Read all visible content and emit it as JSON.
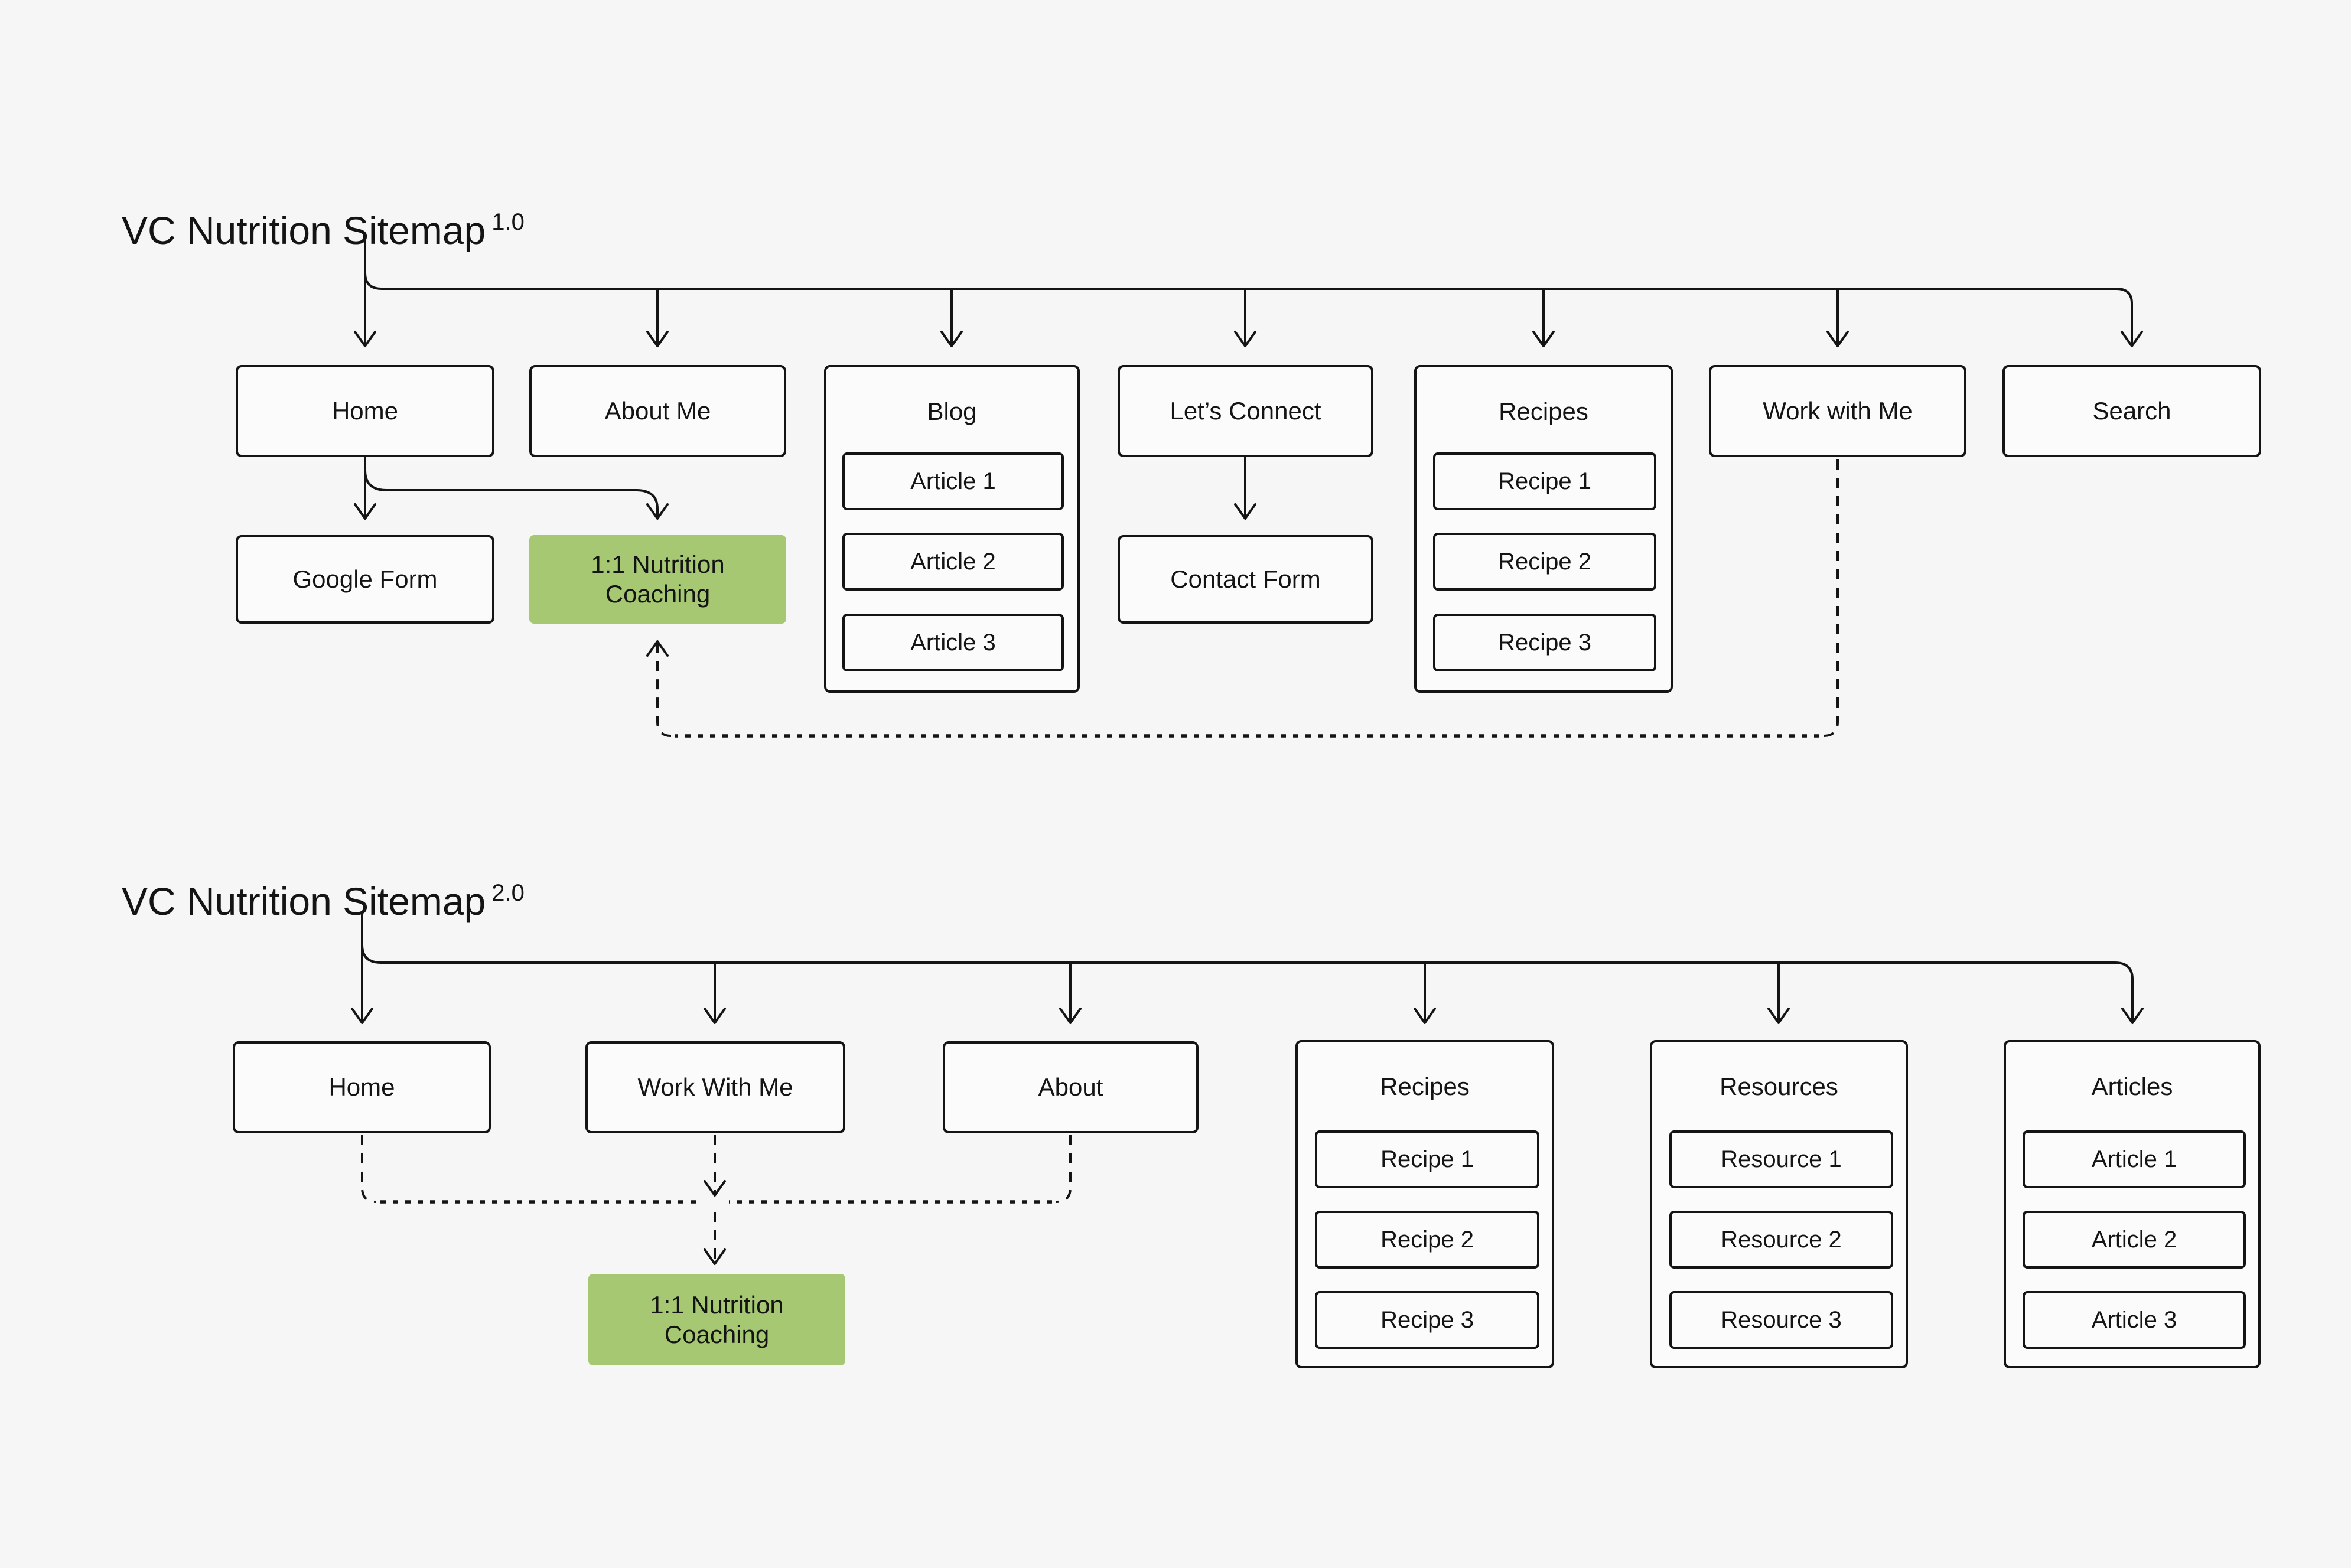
{
  "page": {
    "background_color": "#f6f6f7",
    "box_fill_color": "#fbfbfb",
    "line_color": "#141414",
    "accent_green": "#a7c873"
  },
  "sitemap1": {
    "title": "VC Nutrition Sitemap",
    "version": "1.0",
    "home": "Home",
    "about_me": "About Me",
    "blog": {
      "label": "Blog",
      "items": [
        "Article 1",
        "Article 2",
        "Article 3"
      ]
    },
    "lets_connect": "Let’s Connect",
    "recipes": {
      "label": "Recipes",
      "items": [
        "Recipe 1",
        "Recipe 2",
        "Recipe 3"
      ]
    },
    "work_with_me": "Work with Me",
    "search": "Search",
    "google_form": "Google Form",
    "nutrition_coaching": "1:1 Nutrition Coaching",
    "contact_form": "Contact Form"
  },
  "sitemap2": {
    "title": "VC Nutrition Sitemap",
    "version": "2.0",
    "home": "Home",
    "work_with_me": "Work With Me",
    "about": "About",
    "recipes": {
      "label": "Recipes",
      "items": [
        "Recipe 1",
        "Recipe 2",
        "Recipe 3"
      ]
    },
    "resources": {
      "label": "Resources",
      "items": [
        "Resource 1",
        "Resource 2",
        "Resource 3"
      ]
    },
    "articles": {
      "label": "Articles",
      "items": [
        "Article 1",
        "Article 2",
        "Article 3"
      ]
    },
    "nutrition_coaching": "1:1 Nutrition Coaching"
  }
}
